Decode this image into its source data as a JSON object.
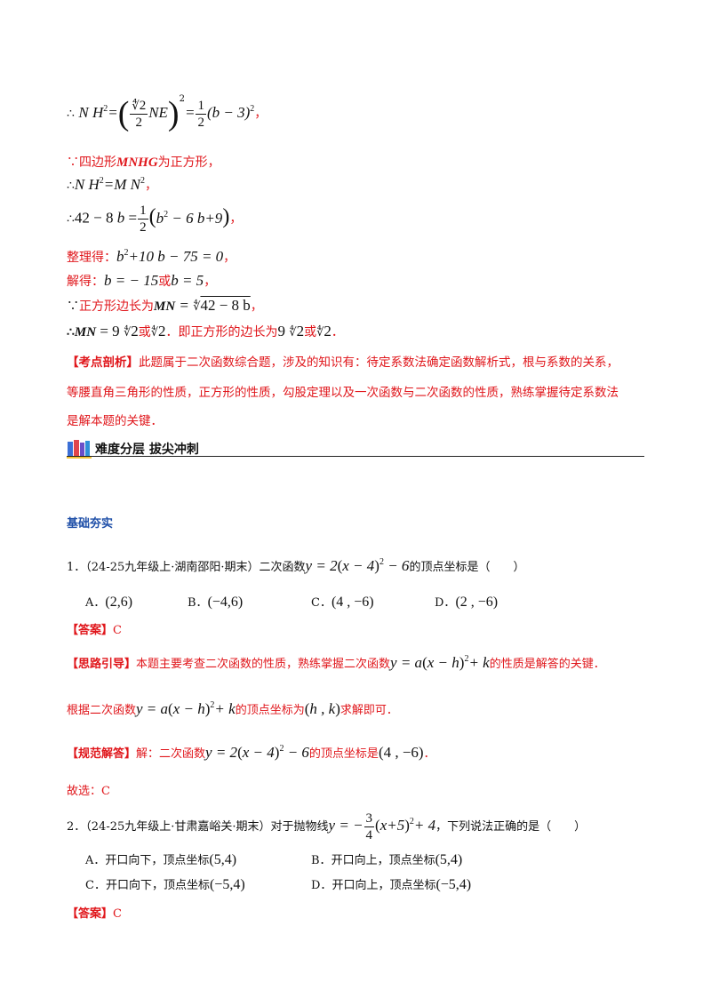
{
  "solution_top": {
    "l1_prefix": "∴",
    "l2": {
      "because": "∵",
      "text_a": "四边形",
      "shape": "MNHG",
      "text_b": "为正方形，"
    },
    "l3_prefix": "∴",
    "l4_prefix": "∴",
    "l5_label": "整理得：",
    "l6_label": "解得：",
    "l6_or": "或",
    "l7": {
      "because": "∵",
      "text": "正方形边长为"
    },
    "l8": {
      "prefix": "∴",
      "or": "或",
      "text": "．即正方形的边长为",
      "end": "．"
    },
    "analysis_label": "【考点剖析】",
    "analysis_l1": "此题属于二次函数综合题，涉及的知识有：待定系数法确定函数解析式，根与系数的关系，",
    "analysis_l2": "等腰直角三角形的性质，正方形的性质，勾股定理以及一次函数与二次函数的性质，熟练掌握待定系数法",
    "analysis_l3": "是解本题的关键．"
  },
  "section_header": {
    "title": "难度分层  拔尖冲刺",
    "icon": "books-icon"
  },
  "section": {
    "title": "基础夯实"
  },
  "q1": {
    "number": "1．",
    "source": "（24-25九年级上·湖南邵阳·期末）",
    "stem_a": "二次函数",
    "stem_b": "的顶点坐标是（　　）",
    "options": [
      {
        "letter": "A．",
        "value": "(2,6)"
      },
      {
        "letter": "B．",
        "value": "(−4,6)"
      },
      {
        "letter": "C．",
        "value": "(4 , −6)"
      },
      {
        "letter": "D．",
        "value": "(2 , −6)"
      }
    ],
    "answer_label": "【答案】",
    "answer": "C",
    "hint_label": "【思路引导】",
    "hint_a": "本题主要考查二次函数的性质，熟练掌握二次函数",
    "hint_b": "的性质是解答的关键．",
    "basis_a": "根据二次函数",
    "basis_b": "的顶点坐标为",
    "basis_c": "求解即可．",
    "solution_label": "【规范解答】",
    "solution_a": "解：二次函数",
    "solution_b": "的顶点坐标是",
    "final": "故选：C"
  },
  "q2": {
    "number": "2．",
    "source": "（24-25九年级上·甘肃嘉峪关·期末）",
    "stem_a": "对于抛物线",
    "stem_b": "，下列说法正确的是（　　）",
    "options": [
      {
        "letter": "A．",
        "text": "开口向下，顶点坐标",
        "value": "(5,4)"
      },
      {
        "letter": "B．",
        "text": "开口向上，顶点坐标",
        "value": "(5,4)"
      },
      {
        "letter": "C．",
        "text": "开口向下，顶点坐标",
        "value": "(−5,4)"
      },
      {
        "letter": "D．",
        "text": "开口向上，顶点坐标",
        "value": "(−5,4)"
      }
    ],
    "answer_label": "【答案】",
    "answer": "C"
  },
  "colors": {
    "red": "#e0161b",
    "text": "#111111"
  }
}
